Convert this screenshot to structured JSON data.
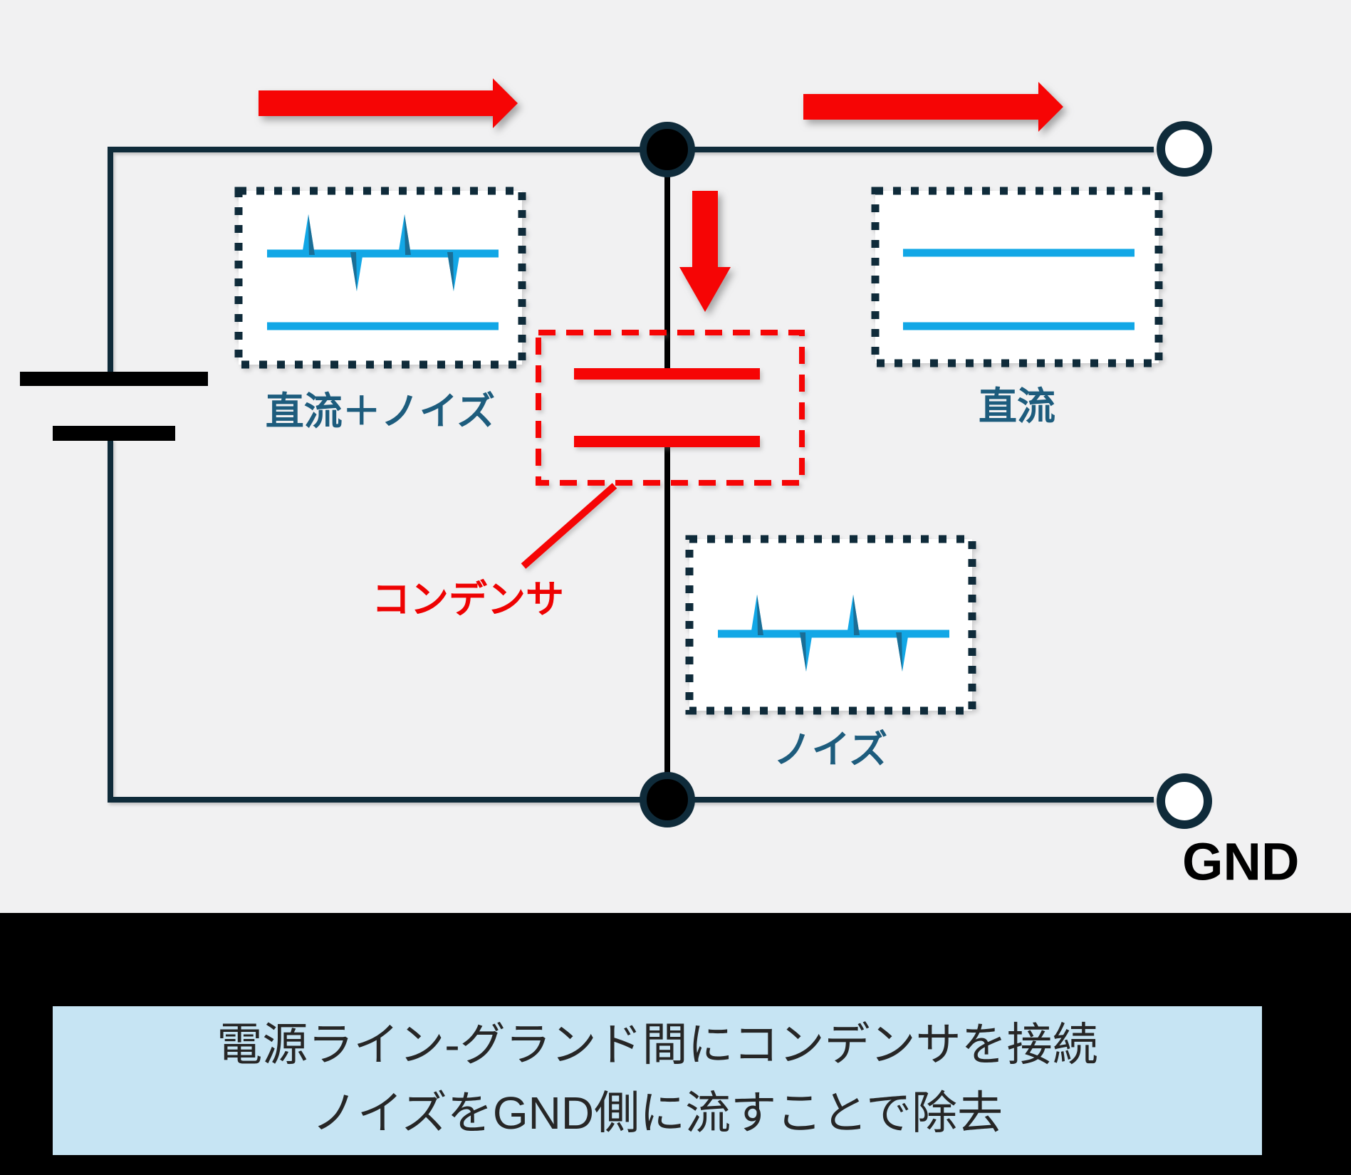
{
  "diagram": {
    "background": "#f1f1f2",
    "colors": {
      "wire_navy": "#0f2b3a",
      "wire_black": "#000000",
      "signal_blue": "#12a7e6",
      "signal_blue_dark": "#1a6e96",
      "accent_red": "#f60505",
      "label_teal": "#1d5c7d",
      "label_red": "#ee0202",
      "gnd_black": "#000000",
      "caption_bg": "#c6e4f3",
      "caption_text": "#262626",
      "footer_bg": "#000000",
      "waveform_box_fill": "#ffffff"
    },
    "labels": {
      "dc_plus_noise": "直流＋ノイズ",
      "dc": "直流",
      "noise": "ノイズ",
      "capacitor": "コンデンサ",
      "gnd": "GND"
    },
    "caption": {
      "line1": "電源ライン-グランド間にコンデンサを接続",
      "line2": "ノイズをGND側に流すことで除去"
    }
  }
}
